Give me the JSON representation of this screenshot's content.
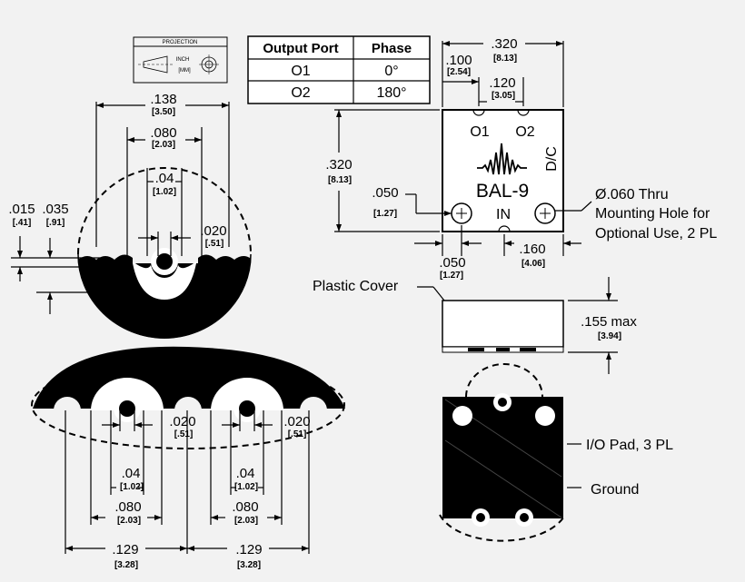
{
  "projection": {
    "title": "PROJECTION",
    "unit_inch": "INCH",
    "unit_mm": "[MM]"
  },
  "phase_table": {
    "headers": [
      "Output Port",
      "Phase"
    ],
    "rows": [
      [
        "O1",
        "0°"
      ],
      [
        "O2",
        "180°"
      ]
    ]
  },
  "component": {
    "port_o1": "O1",
    "port_o2": "O2",
    "part": "BAL-9",
    "port_in": "IN",
    "date_code": "D/C"
  },
  "dimensions": {
    "top_view": {
      "width": ".320",
      "width_mm": "[8.13]",
      "o1_offset": ".100",
      "o1_offset_mm": "[2.54]",
      "port_pitch": ".120",
      "port_pitch_mm": "[3.05]",
      "height": ".320",
      "height_mm": "[8.13]",
      "hole_y": ".050",
      "hole_y_mm": "[1.27]",
      "hole_x": ".050",
      "hole_x_mm": "[1.27]",
      "in_offset": ".160",
      "in_offset_mm": "[4.06]"
    },
    "side_view": {
      "height": ".155 max",
      "height_mm": "[3.94]"
    },
    "left_detail": {
      "d138": ".138",
      "d138_mm": "[3.50]",
      "d080": ".080",
      "d080_mm": "[2.03]",
      "d04": ".04",
      "d04_mm": "[1.02]",
      "d015": ".015",
      "d015_mm": "[.41]",
      "d035": ".035",
      "d035_mm": "[.91]",
      "d020": ".020",
      "d020_mm": "[.51]"
    },
    "bottom_detail": {
      "d020a": ".020",
      "d020a_mm": "[.51]",
      "d020b": ".020",
      "d020b_mm": "[.51]",
      "d04a": ".04",
      "d04a_mm": "[1.02]",
      "d04b": ".04",
      "d04b_mm": "[1.02]",
      "d080a": ".080",
      "d080a_mm": "[2.03]",
      "d080b": ".080",
      "d080b_mm": "[2.03]",
      "d129a": ".129",
      "d129a_mm": "[3.28]",
      "d129b": ".129",
      "d129b_mm": "[3.28]"
    }
  },
  "callouts": {
    "mounting_hole": [
      "Ø.060 Thru",
      "Mounting Hole for",
      "Optional Use, 2 PL"
    ],
    "plastic_cover": "Plastic Cover",
    "io_pad": "I/O Pad, 3 PL",
    "ground": "Ground"
  }
}
